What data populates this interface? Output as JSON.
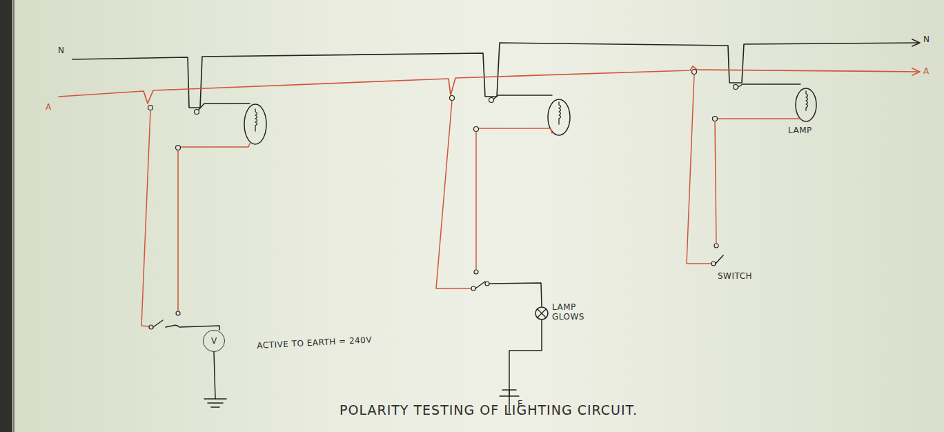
{
  "diagram": {
    "caption": "POLARITY TESTING OF LIGHTING CIRCUIT.",
    "nodes": [
      {
        "text": [
          "V"
        ]
      }
    ],
    "labels": [
      "N",
      "A",
      "N",
      "A",
      "ACTIVE TO EARTH = 240V",
      "LAMP GLOWS",
      "E",
      "LAMP",
      "SWITCH"
    ]
  }
}
